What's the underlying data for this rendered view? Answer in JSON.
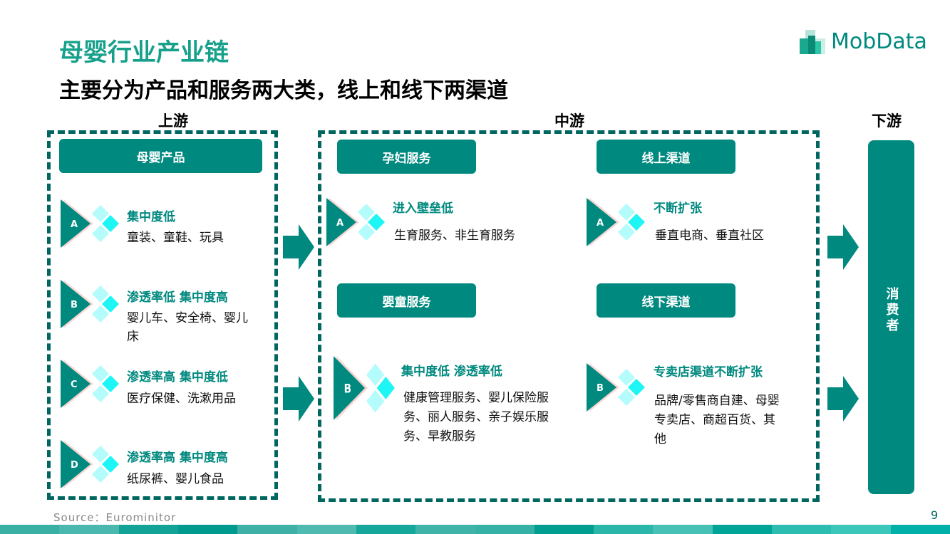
{
  "title": "母婴行业产业链",
  "subtitle": "主要分为产品和服务两大类，线上和线下两渠道",
  "logo": "MobData",
  "stages": {
    "up": "上游",
    "mid": "中游",
    "down": "下游"
  },
  "upstream": {
    "button": "母婴产品",
    "items": [
      {
        "letter": "A",
        "head": "集中度低",
        "text": "童装、童鞋、玩具"
      },
      {
        "letter": "B",
        "head": "渗透率低  集中度高",
        "text": "婴儿车、安全椅、婴儿床"
      },
      {
        "letter": "C",
        "head": "渗透率高 集中度低",
        "text": "医疗保健、洗漱用品"
      },
      {
        "letter": "D",
        "head": "渗透率高 集中度高",
        "text": "纸尿裤、婴儿食品"
      }
    ]
  },
  "midstream": {
    "pregnant": {
      "button": "孕妇服务",
      "letter": "A",
      "head": "进入壁垒低",
      "text": "生育服务、非生育服务"
    },
    "child": {
      "button": "婴童服务",
      "letter": "B",
      "head": "集中度低 渗透率低",
      "text": "健康管理服务、婴儿保险服务、丽人服务、亲子娱乐服务、早教服务"
    },
    "online": {
      "button": "线上渠道",
      "letter": "A",
      "head": "不断扩张",
      "text": "垂直电商、垂直社区"
    },
    "offline": {
      "button": "线下渠道",
      "letter": "B",
      "head": "专卖店渠道不断扩张",
      "text": "品牌/零售商自建、母婴专卖店、商超百货、其他"
    }
  },
  "consumer": "消费者",
  "source": "Source：Eurominitor",
  "page": "9",
  "colors": {
    "teal": "#00897f",
    "dash": "#00665f",
    "title": "#17a08b"
  }
}
